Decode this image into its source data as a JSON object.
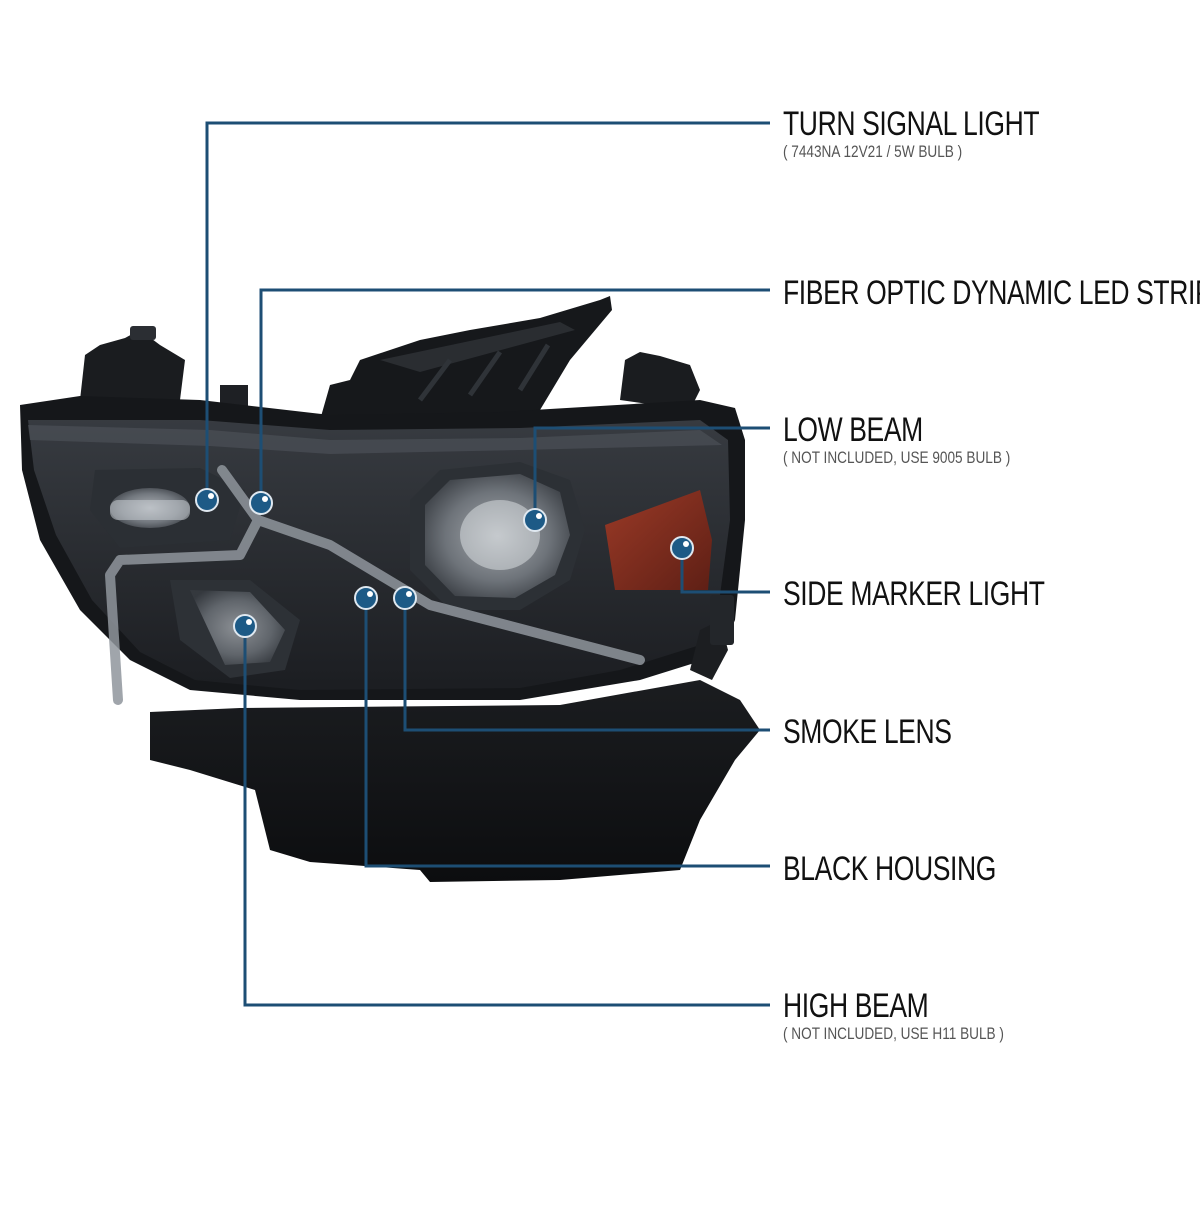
{
  "callouts": {
    "turn_signal": {
      "title": "TURN SIGNAL LIGHT",
      "note": "( 7443NA  12V21 / 5W  BULB )"
    },
    "fiber_optic": {
      "title": "FIBER OPTIC DYNAMIC LED STRIP"
    },
    "low_beam": {
      "title": "LOW BEAM",
      "note": "( NOT INCLUDED, USE  9005  BULB )"
    },
    "side_marker": {
      "title": "SIDE MARKER LIGHT"
    },
    "smoke_lens": {
      "title": "SMOKE LENS"
    },
    "black_housing": {
      "title": "BLACK HOUSING"
    },
    "high_beam": {
      "title": "HIGH BEAM",
      "note": "( NOT INCLUDED, USE  H11  BULB )"
    }
  },
  "colors": {
    "leader_line": "#1d4e74",
    "marker_fill": "#1d5a86",
    "housing": "#15171a",
    "lens_smoke": "#2a2d31",
    "amber_marker": "#7a2a1c",
    "text": "#111111"
  }
}
